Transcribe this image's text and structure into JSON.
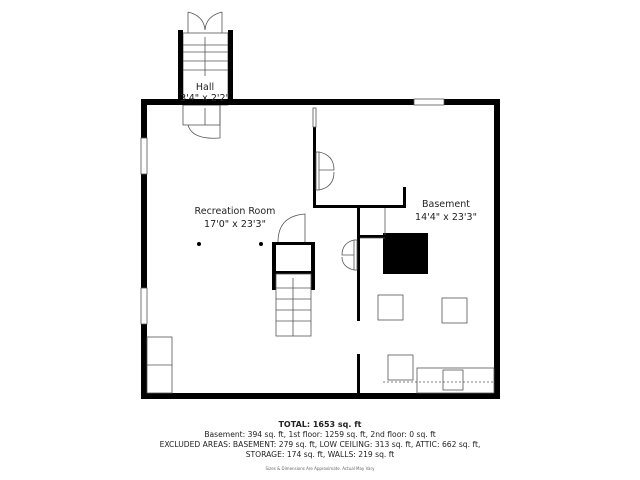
{
  "rooms": [
    {
      "name": "Hall",
      "dimensions": "3'4\" x 2'2\""
    },
    {
      "name": "Recreation Room",
      "dimensions": "17'0\" x 23'3\""
    },
    {
      "name": "Basement",
      "dimensions": "14'4\" x 23'3\""
    }
  ],
  "summary": {
    "total": "TOTAL: 1653 sq. ft",
    "floors": "Basement: 394 sq. ft, 1st floor: 1259 sq. ft, 2nd floor: 0 sq. ft",
    "excluded": "EXCLUDED AREAS: BASEMENT: 279 sq. ft, LOW CEILING: 313 sq. ft, ATTIC: 662 sq. ft,",
    "excluded2": "STORAGE: 174 sq. ft, WALLS: 219 sq. ft",
    "disclaimer": "Sizes & Dimensions Are Approximate. Actual May Vary"
  }
}
